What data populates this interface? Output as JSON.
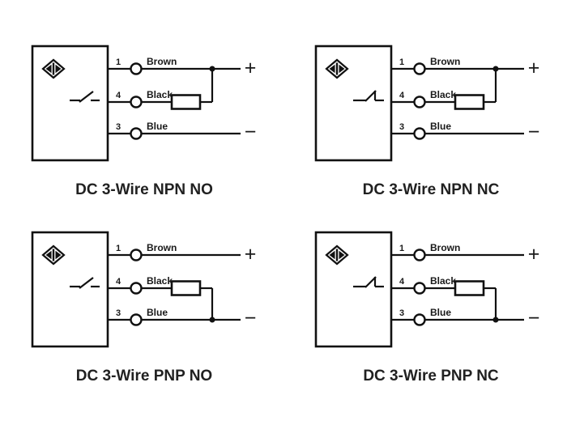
{
  "page": {
    "background": "#ffffff",
    "ink_color": "#111111",
    "caption_color": "#212121"
  },
  "diagrams": [
    {
      "caption": "DC 3-Wire NPN NO",
      "switch_type": "NO",
      "load_between": [
        "Black",
        "+"
      ],
      "terminals": [
        {
          "pin": "1",
          "wire": "Brown",
          "polarity": "+"
        },
        {
          "pin": "4",
          "wire": "Black",
          "polarity": ""
        },
        {
          "pin": "3",
          "wire": "Blue",
          "polarity": "−"
        }
      ]
    },
    {
      "caption": "DC 3-Wire NPN NC",
      "switch_type": "NC",
      "load_between": [
        "Black",
        "+"
      ],
      "terminals": [
        {
          "pin": "1",
          "wire": "Brown",
          "polarity": "+"
        },
        {
          "pin": "4",
          "wire": "Black",
          "polarity": ""
        },
        {
          "pin": "3",
          "wire": "Blue",
          "polarity": "−"
        }
      ]
    },
    {
      "caption": "DC 3-Wire PNP NO",
      "switch_type": "NO",
      "load_between": [
        "Black",
        "−"
      ],
      "terminals": [
        {
          "pin": "1",
          "wire": "Brown",
          "polarity": "+"
        },
        {
          "pin": "4",
          "wire": "Black",
          "polarity": ""
        },
        {
          "pin": "3",
          "wire": "Blue",
          "polarity": "−"
        }
      ]
    },
    {
      "caption": "DC 3-Wire PNP NC",
      "switch_type": "NC",
      "load_between": [
        "Black",
        "−"
      ],
      "terminals": [
        {
          "pin": "1",
          "wire": "Brown",
          "polarity": "+"
        },
        {
          "pin": "4",
          "wire": "Black",
          "polarity": ""
        },
        {
          "pin": "3",
          "wire": "Blue",
          "polarity": "−"
        }
      ]
    }
  ]
}
